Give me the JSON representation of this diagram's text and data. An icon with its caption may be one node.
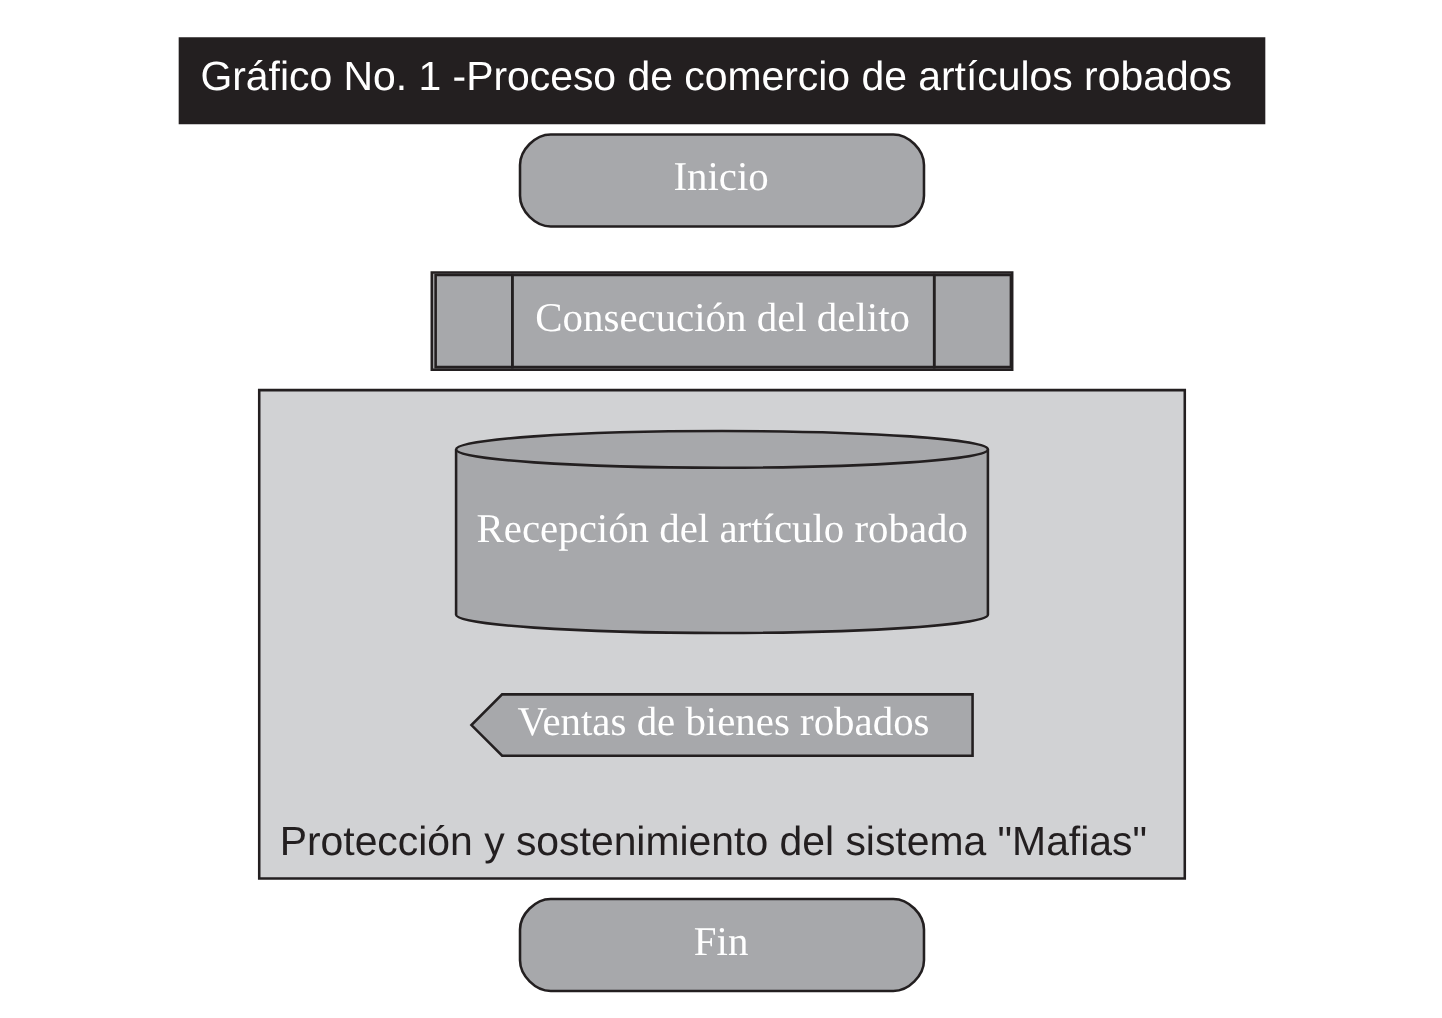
{
  "diagram": {
    "title": "Gráfico No. 1 -Proceso de comercio de artículos robados",
    "nodes": [
      {
        "text": [
          "Inicio"
        ]
      },
      {
        "text": [
          "Consecución del delito"
        ]
      },
      {
        "text": [
          "Protección y sostenimiento del sistema \"Mafias\""
        ]
      },
      {
        "text": [
          "Recepción del artículo robado"
        ],
        "in": 2
      },
      {
        "text": [
          "Ventas de bienes robados"
        ],
        "in": 2
      },
      {
        "text": [
          "Fin"
        ]
      }
    ],
    "edges": []
  }
}
